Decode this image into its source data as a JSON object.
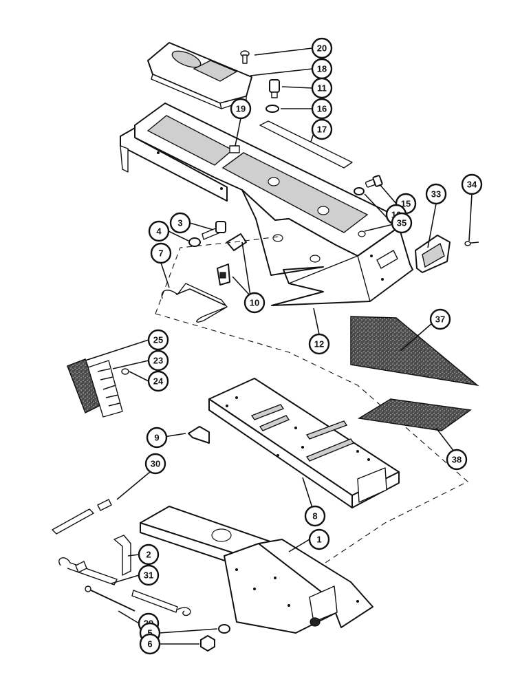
{
  "callouts": [
    {
      "id": "20",
      "label": "20"
    },
    {
      "id": "18",
      "label": "18"
    },
    {
      "id": "11",
      "label": "11"
    },
    {
      "id": "16a",
      "label": "16"
    },
    {
      "id": "19",
      "label": "19"
    },
    {
      "id": "17",
      "label": "17"
    },
    {
      "id": "34",
      "label": "34"
    },
    {
      "id": "33",
      "label": "33"
    },
    {
      "id": "15",
      "label": "15"
    },
    {
      "id": "16b",
      "label": "16"
    },
    {
      "id": "35",
      "label": "35"
    },
    {
      "id": "3",
      "label": "3"
    },
    {
      "id": "4",
      "label": "4"
    },
    {
      "id": "7",
      "label": "7"
    },
    {
      "id": "10",
      "label": "10"
    },
    {
      "id": "12",
      "label": "12"
    },
    {
      "id": "37",
      "label": "37"
    },
    {
      "id": "25",
      "label": "25"
    },
    {
      "id": "23",
      "label": "23"
    },
    {
      "id": "24",
      "label": "24"
    },
    {
      "id": "9",
      "label": "9"
    },
    {
      "id": "38",
      "label": "38"
    },
    {
      "id": "30",
      "label": "30"
    },
    {
      "id": "8",
      "label": "8"
    },
    {
      "id": "1",
      "label": "1"
    },
    {
      "id": "2",
      "label": "2"
    },
    {
      "id": "31",
      "label": "31"
    },
    {
      "id": "29",
      "label": "29"
    },
    {
      "id": "5",
      "label": "5"
    },
    {
      "id": "6",
      "label": "6"
    }
  ],
  "colors": {
    "ink": "#111111",
    "paper": "#ffffff",
    "mat": "#3a3a3a"
  }
}
